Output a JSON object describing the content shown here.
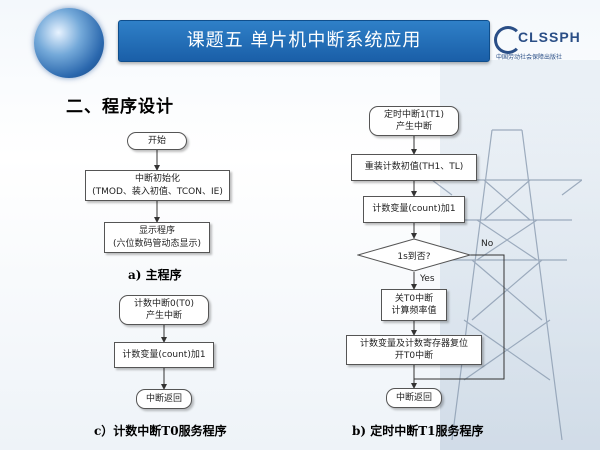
{
  "header": {
    "title": "课题五    单片机中断系统应用",
    "logo_name": "CLSSPH",
    "logo_sub": "中国劳动社会保障出版社"
  },
  "section_title": "二、程序设计",
  "main_flow": {
    "caption": "a) 主程序",
    "start": "开始",
    "init_line1": "中断初始化",
    "init_line2": "(TMOD、装入初值、TCON、IE)",
    "display_line1": "显示程序",
    "display_line2": "(六位数码管动态显示)"
  },
  "t0_flow": {
    "caption": "c）计数中断T0服务程序",
    "start_line1": "计数中断0(T0)",
    "start_line2": "产生中断",
    "count": "计数变量(count)加1",
    "ret": "中断返回"
  },
  "t1_flow": {
    "caption": "b) 定时中断T1服务程序",
    "start_line1": "定时中断1(T1)",
    "start_line2": "产生中断",
    "reload": "重装计数初值(TH1、TL)",
    "count": "计数变量(count)加1",
    "decision": "1s到否?",
    "yes": "Yes",
    "no": "No",
    "calc_line1": "关T0中断",
    "calc_line2": "计算频率值",
    "reset_line1": "计数变量及计数寄存器复位",
    "reset_line2": "开T0中断",
    "ret": "中断返回"
  }
}
